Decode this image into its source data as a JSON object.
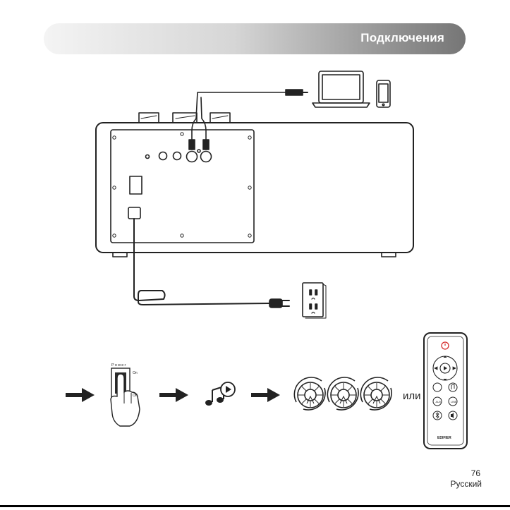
{
  "header": {
    "title": "Подключения"
  },
  "power_switch": {
    "label": "Power",
    "on_label": "On",
    "off_label": "Off"
  },
  "or_label": "или",
  "remote": {
    "brand": "EDIFIER",
    "aux_label": "AUX",
    "line_label": "LINE"
  },
  "footer": {
    "page_number": "76",
    "language": "Русский"
  },
  "colors": {
    "line_art": "#222222",
    "power_button": "#d62c2c",
    "header_dark": "#767676"
  }
}
